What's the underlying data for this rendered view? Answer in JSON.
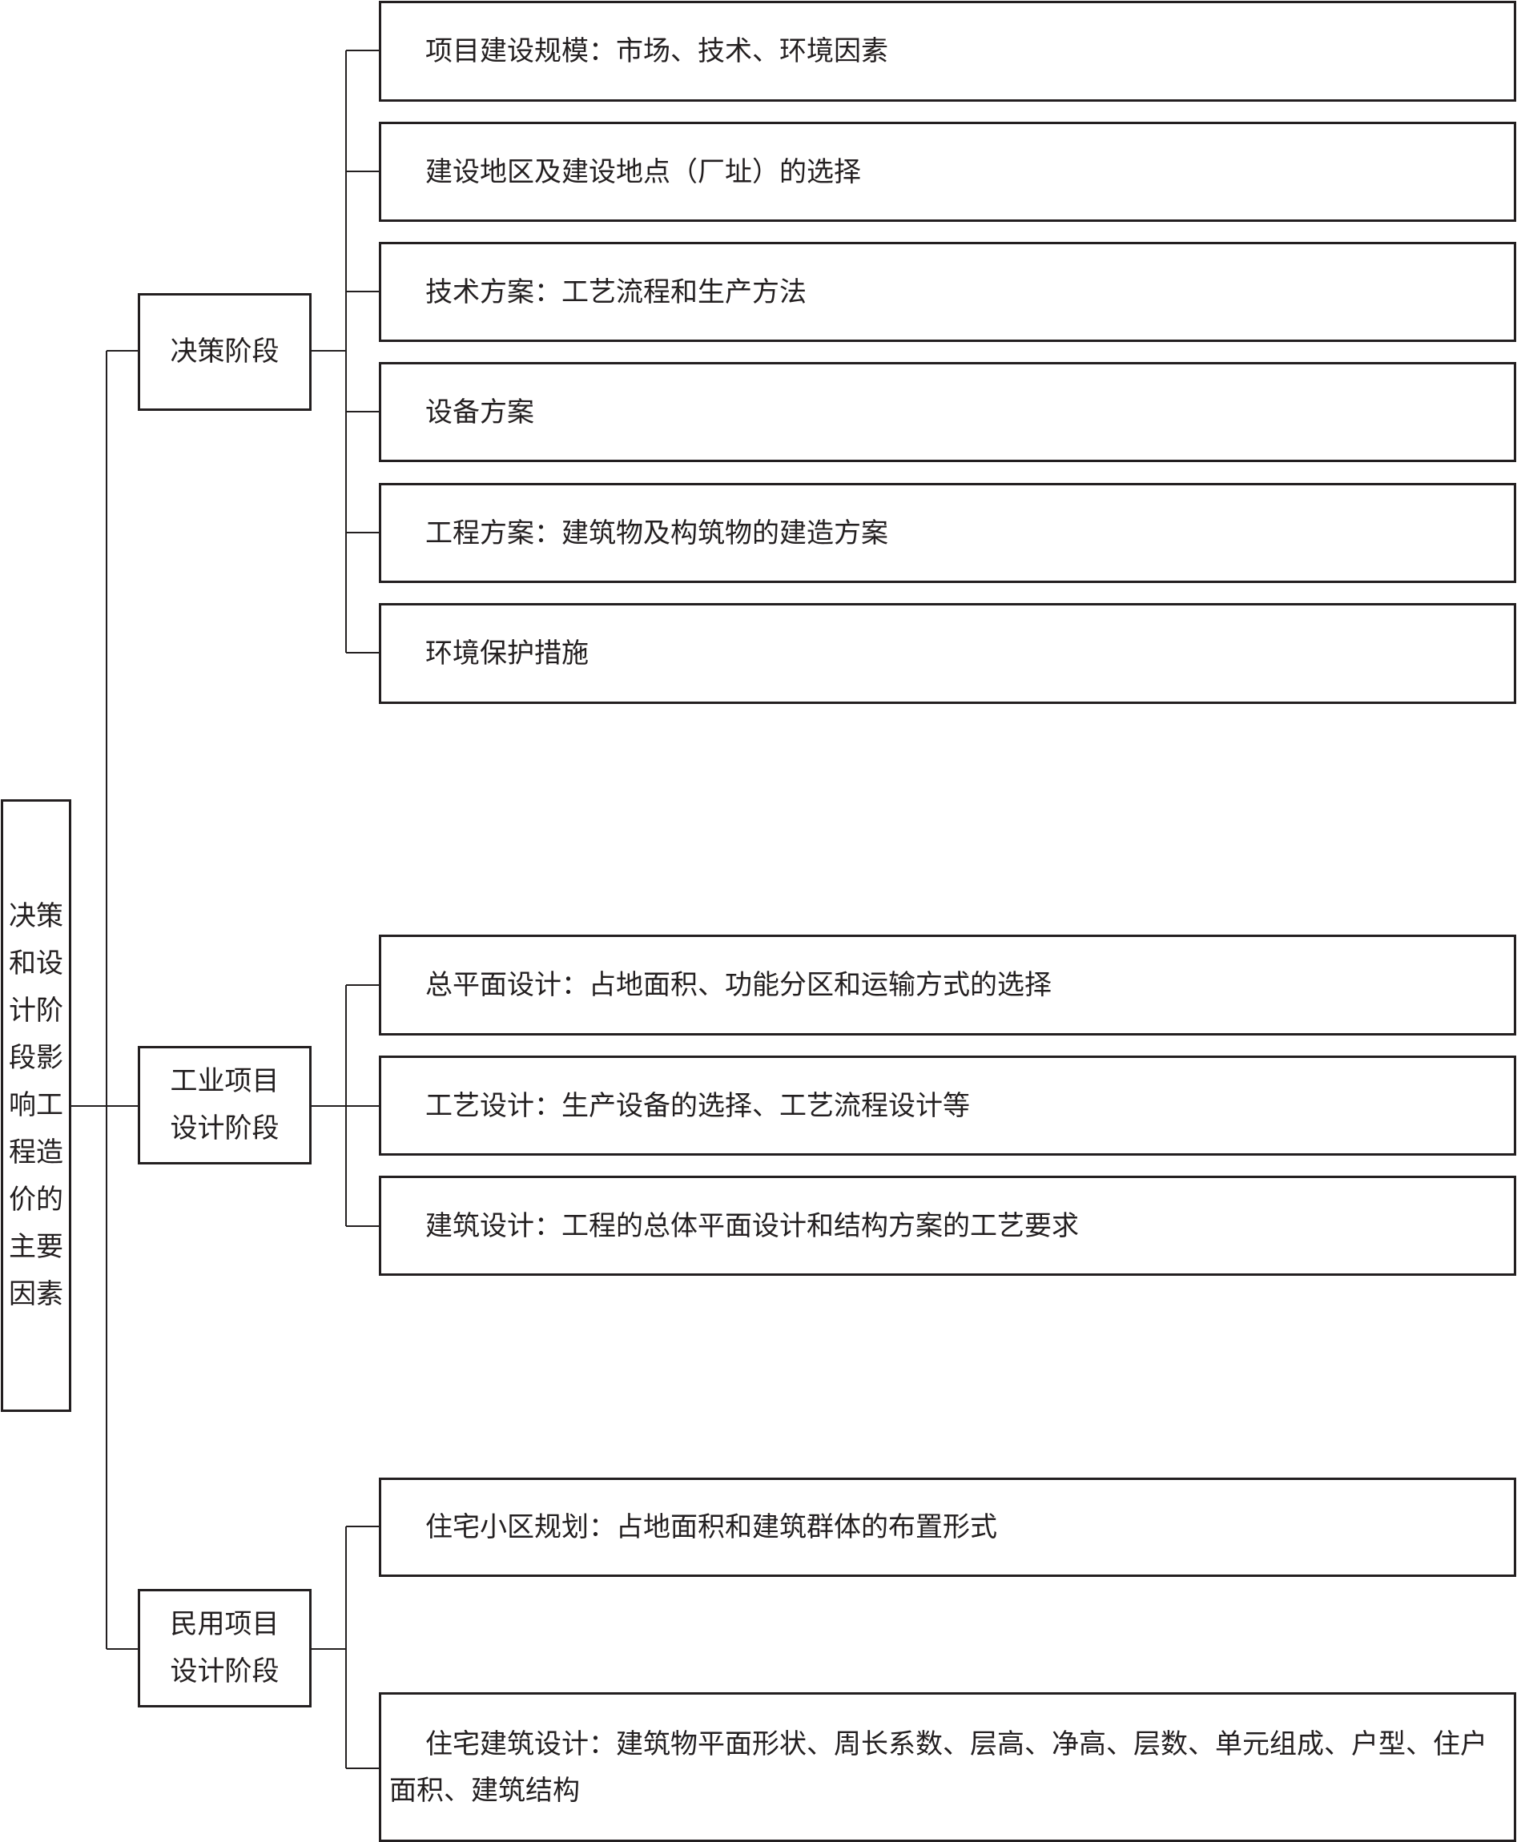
{
  "root": {
    "label": "决策和设计阶段影响工程造价的主要因素"
  },
  "stages": [
    {
      "label": "决策阶段",
      "items": [
        "项目建设规模：市场、技术、环境因素",
        "建设地区及建设地点（厂址）的选择",
        "技术方案：工艺流程和生产方法",
        "设备方案",
        "工程方案：建筑物及构筑物的建造方案",
        "环境保护措施"
      ]
    },
    {
      "label": "工业项目设计阶段",
      "items": [
        "总平面设计：占地面积、功能分区和运输方式的选择",
        "工艺设计：生产设备的选择、工艺流程设计等",
        "建筑设计：工程的总体平面设计和结构方案的工艺要求"
      ]
    },
    {
      "label": "民用项目设计阶段",
      "items": [
        "住宅小区规划：占地面积和建筑群体的布置形式",
        "住宅建筑设计：建筑物平面形状、周长系数、层高、净高、层数、单元组成、户型、住户面积、建筑结构"
      ]
    }
  ],
  "colors": {
    "line": "#231f20",
    "background": "#ffffff"
  }
}
